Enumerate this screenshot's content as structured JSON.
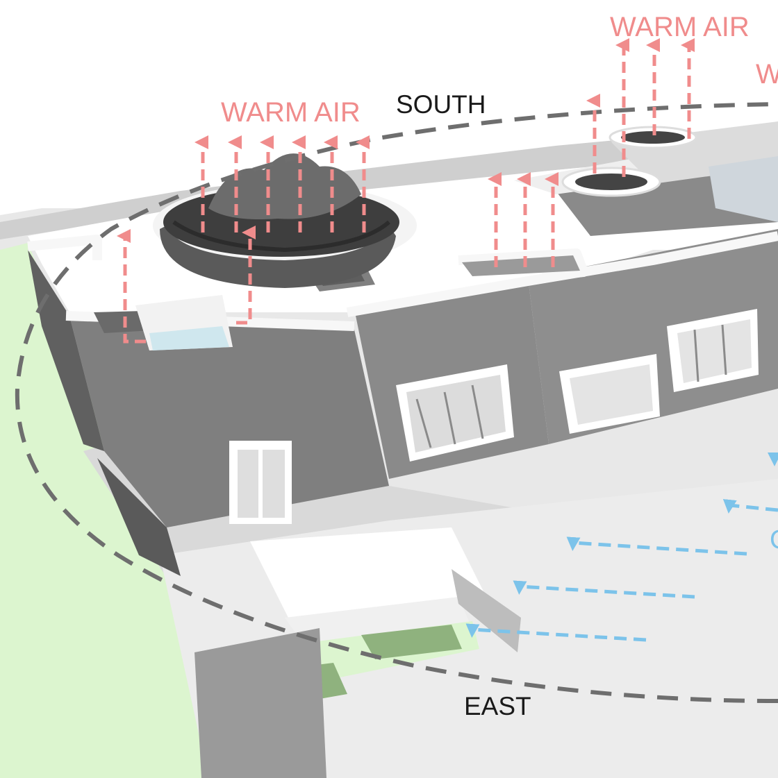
{
  "labels": {
    "warm_air_left": "WARM AIR",
    "warm_air_right": "WARM AIR",
    "warm_air_edge": "W",
    "south": "SOUTH",
    "east": "EAST",
    "cool_air_edge": "C"
  },
  "colors": {
    "warm_air": "#f08c8c",
    "cool_air": "#7cc3ea",
    "sun_path": "#6e6e6e",
    "wall_dark": "#7b7b7b",
    "wall_mid": "#8e8e8e",
    "roof": "#ffffff",
    "ground": "#e6e6e6",
    "grass": "#dcf5cf",
    "grass_dark": "#8fb27e"
  },
  "icons": {
    "warm_flow": "arrow-up-dashed-icon",
    "cool_flow": "arrow-left-dashed-icon",
    "sun_path": "dashed-arc"
  }
}
